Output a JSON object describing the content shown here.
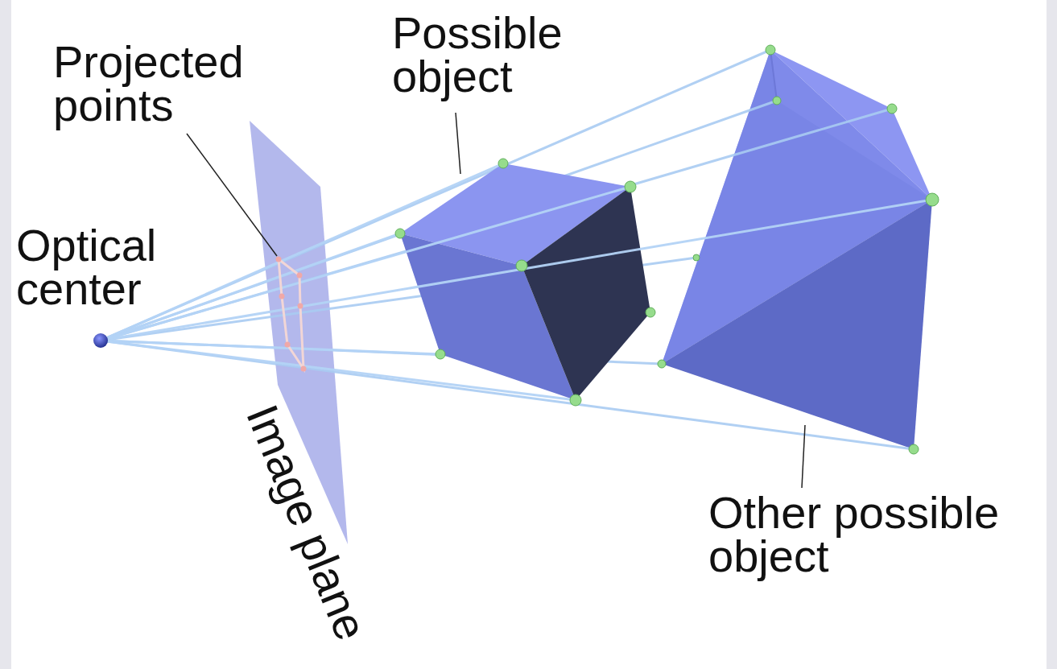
{
  "diagram": {
    "labels": [
      "Projected points",
      "Possible object",
      "Optical center",
      "Image plane",
      "Other possible object"
    ]
  }
}
